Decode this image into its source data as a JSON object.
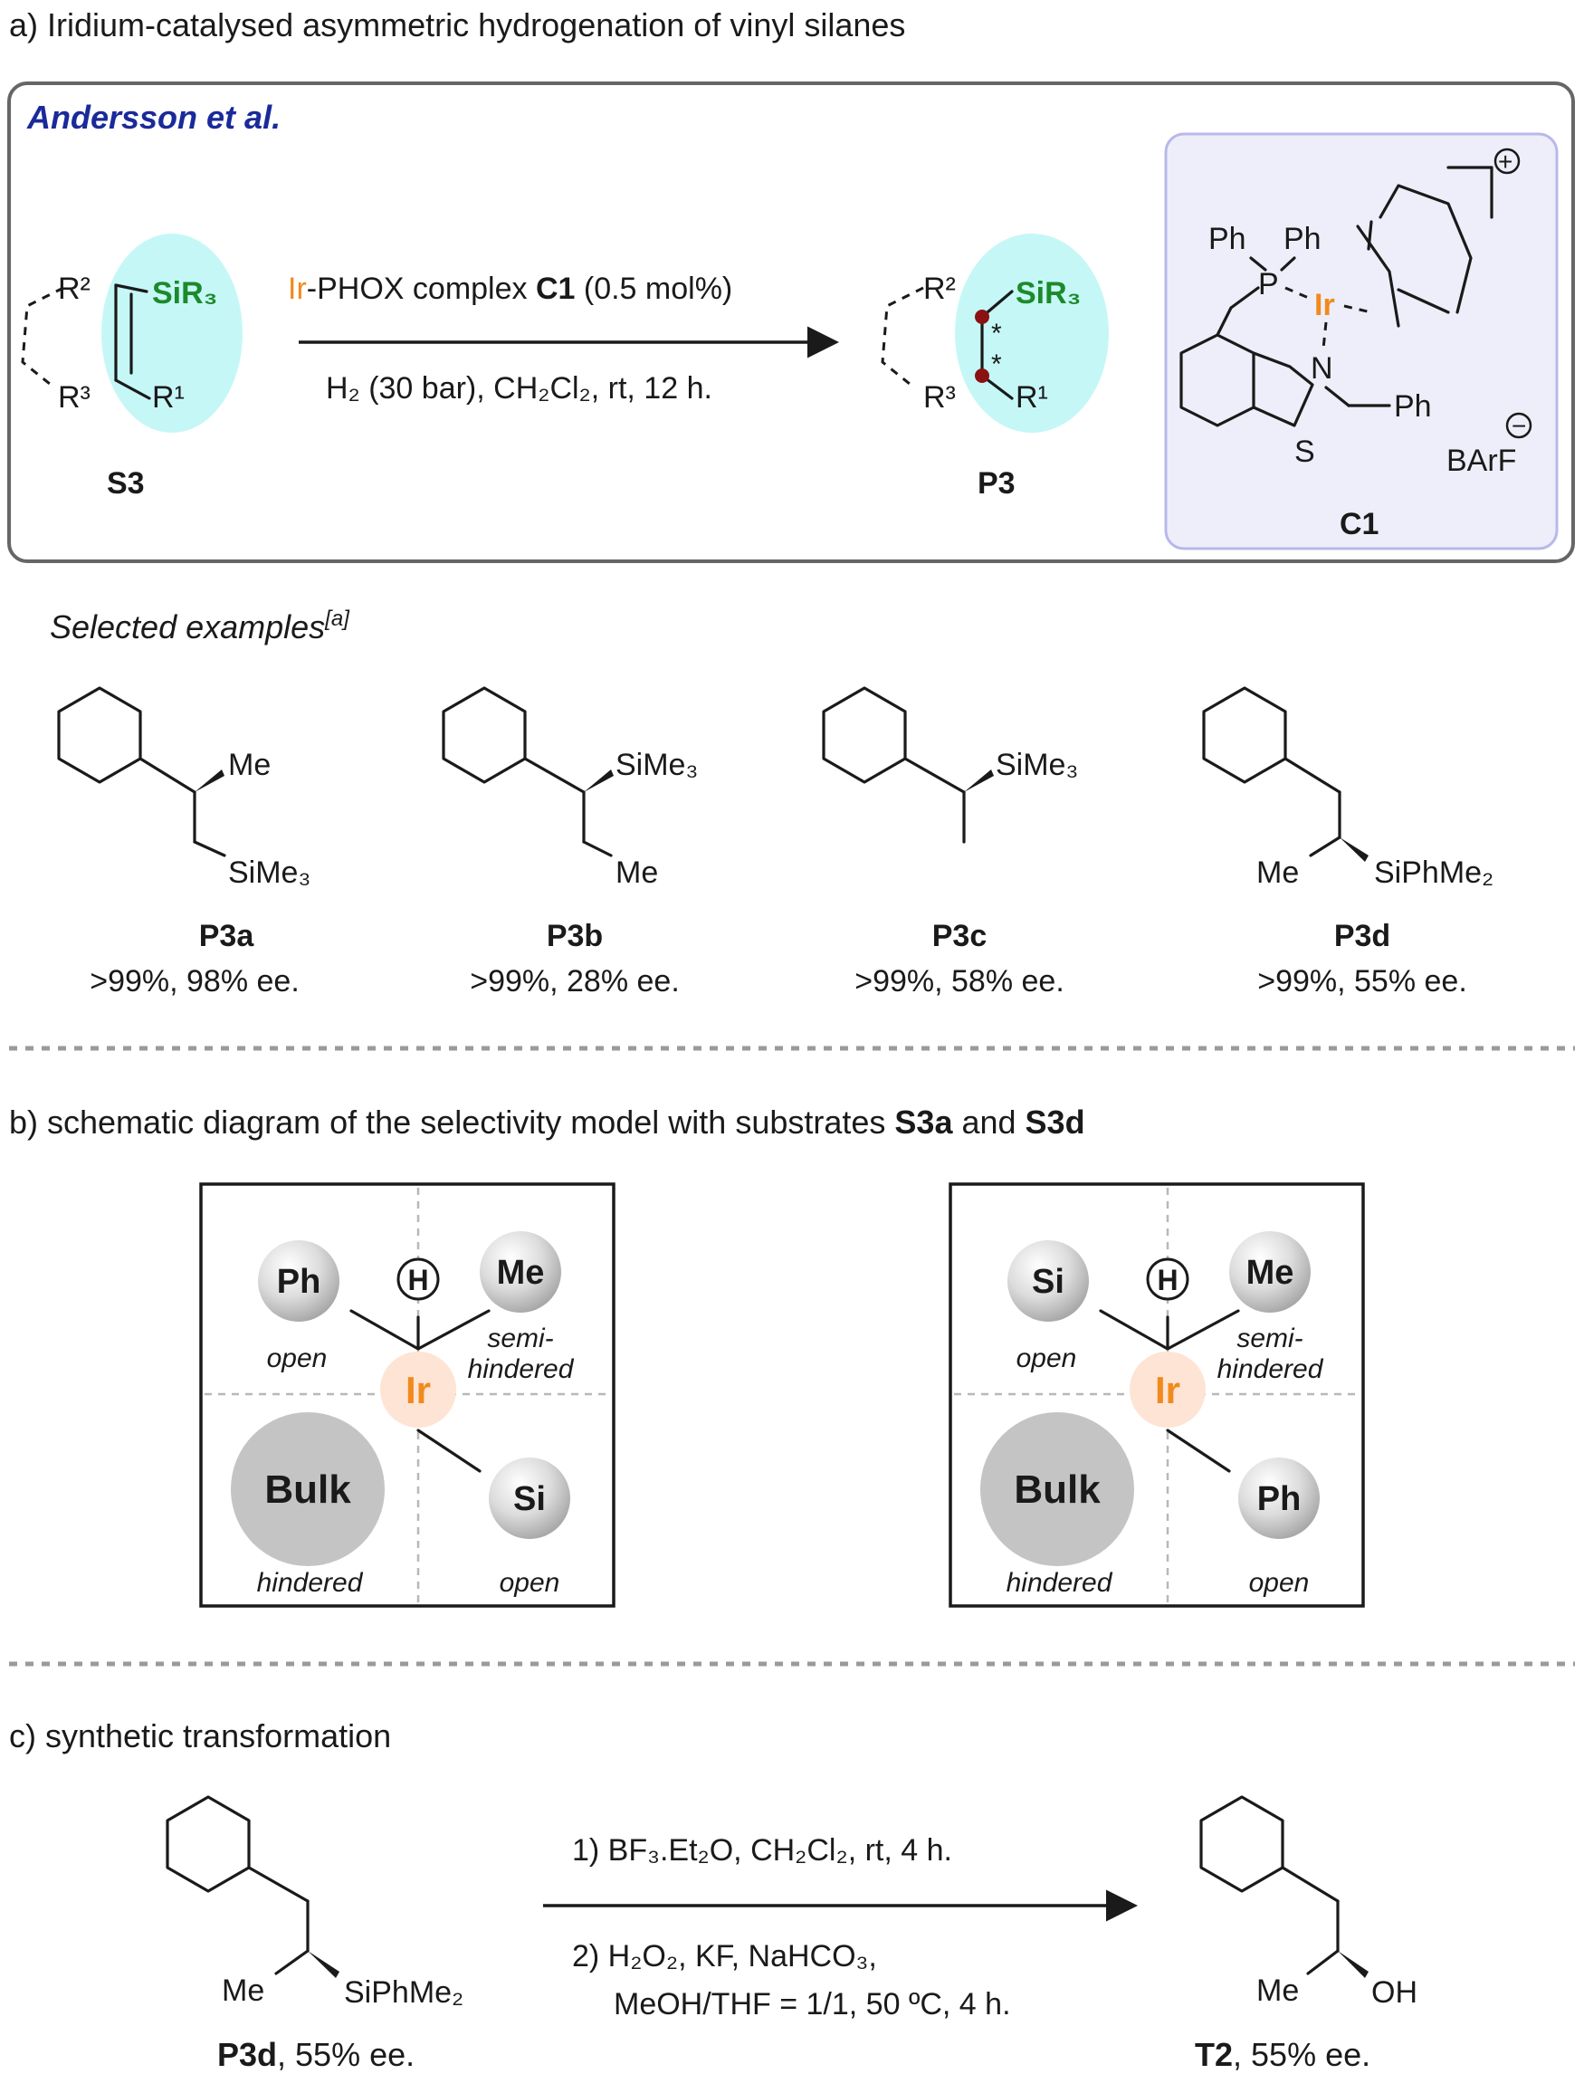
{
  "section_a": {
    "title": "a) Iridium-catalysed asymmetric hydrogenation of vinyl silanes",
    "authors": "Andersson et al.",
    "reagent_ir": "Ir",
    "reagent_line1_mid": "-PHOX complex ",
    "reagent_c1": "C1",
    "reagent_line1_end": " (0.5 mol%)",
    "conditions": "H₂ (30 bar), CH₂Cl₂, rt, 12 h.",
    "substrate_label": "S3",
    "product_label": "P3",
    "catalyst_label": "C1",
    "substituents": {
      "r1": "R¹",
      "r2": "R²",
      "r3": "R³",
      "sir3": "SiR₃",
      "star": "*"
    },
    "catalyst": {
      "ph": "Ph",
      "p": "P",
      "ir": "Ir",
      "n": "N",
      "s": "S",
      "ph2": "Ph",
      "barf": "BArF",
      "plus": "+",
      "minus": "−"
    },
    "examples_heading": "Selected examples",
    "examples_sup": "[a]",
    "examples": [
      {
        "label": "P3a",
        "result": ">99%, 98% ee.",
        "groups": [
          "Me",
          "SiMe₃"
        ]
      },
      {
        "label": "P3b",
        "result": ">99%, 28% ee.",
        "groups": [
          "SiMe₃",
          "Me"
        ]
      },
      {
        "label": "P3c",
        "result": ">99%, 58% ee.",
        "groups": [
          "SiMe₃"
        ]
      },
      {
        "label": "P3d",
        "result": ">99%, 55% ee.",
        "groups": [
          "Me",
          "SiPhMe₂"
        ]
      }
    ]
  },
  "section_b": {
    "title_pre": "b) schematic diagram of the selectivity model with substrates ",
    "title_s3a": "S3a",
    "title_and": " and ",
    "title_s3d": "S3d",
    "models": [
      {
        "top_left": "Ph",
        "top_right": "Me",
        "bottom_left": "Bulk",
        "bottom_right": "Si",
        "h": "H",
        "ir": "Ir",
        "label_open_tl": "open",
        "label_semi": "semi-",
        "label_hindered_tr": "hindered",
        "label_hindered_bl": "hindered",
        "label_open_br": "open"
      },
      {
        "top_left": "Si",
        "top_right": "Me",
        "bottom_left": "Bulk",
        "bottom_right": "Ph",
        "h": "H",
        "ir": "Ir",
        "label_open_tl": "open",
        "label_semi": "semi-",
        "label_hindered_tr": "hindered",
        "label_hindered_bl": "hindered",
        "label_open_br": "open"
      }
    ]
  },
  "section_c": {
    "title": "c) synthetic transformation",
    "step1": "1) BF₃.Et₂O, CH₂Cl₂, rt, 4 h.",
    "step2": "2) H₂O₂, KF, NaHCO₃,",
    "step2b": "MeOH/THF = 1/1, 50 ºC, 4 h.",
    "start_label": "P3d",
    "start_ee": ", 55% ee.",
    "start_me": "Me",
    "start_si": "SiPhMe₂",
    "product_label": "T2",
    "product_ee": ", 55% ee.",
    "product_me": "Me",
    "product_oh": "OH"
  }
}
